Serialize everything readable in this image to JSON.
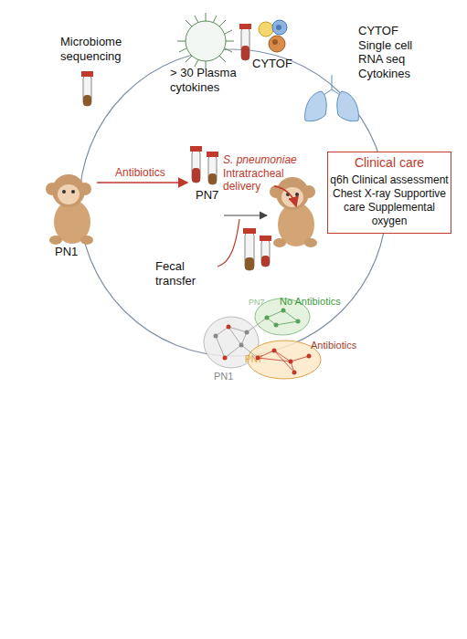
{
  "diagram": {
    "nodes": [
      {
        "text": [
          "Clinical care",
          "q6h Clinical assessment Chest X-ray Supportive care Supplemental oxygen"
        ]
      },
      {
        "text": [
          "PN1"
        ]
      },
      {
        "text": [
          "PN7",
          "No Antibiotics"
        ]
      },
      {
        "text": [
          "PN7",
          "Antibiotics"
        ]
      }
    ],
    "labels": [
      "Microbiome sequencing",
      "> 30 Plasma cytokines",
      "CYTOF",
      "CYTOF Single cell RNA seq Cytokines",
      "Antibiotics",
      "S. pneumoniae",
      "Intratracheal delivery",
      "PN1",
      "PN7",
      "Fecal transfer"
    ]
  }
}
